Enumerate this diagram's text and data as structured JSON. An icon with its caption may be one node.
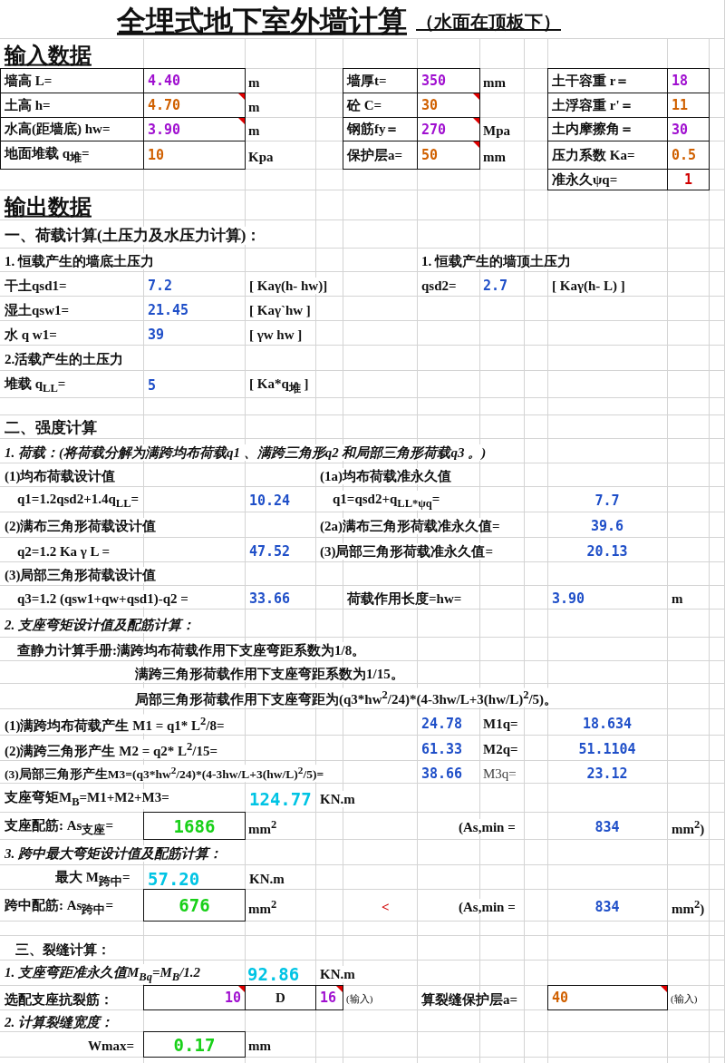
{
  "diagram": {
    "title": "全埋式地下室外墙计算",
    "nodes": [
      {
        "text": [
          "墙高 L="
        ]
      },
      {
        "text": [
          "4.40"
        ],
        "beside": [
          "m"
        ]
      },
      {
        "text": [
          "墙厚t="
        ]
      },
      {
        "text": [
          "350"
        ],
        "beside": [
          "mm"
        ]
      },
      {
        "text": [
          "土干容重 r＝"
        ]
      },
      {
        "text": [
          "18"
        ]
      },
      {
        "text": [
          "土高 h="
        ]
      },
      {
        "text": [
          "4.70"
        ],
        "beside": [
          "m"
        ]
      },
      {
        "text": [
          "砼 C="
        ]
      },
      {
        "text": [
          "30"
        ]
      },
      {
        "text": [
          "土浮容重 r'＝"
        ]
      },
      {
        "text": [
          "11"
        ]
      },
      {
        "text": [
          "水高(距墙底) hw="
        ]
      },
      {
        "text": [
          "3.90"
        ],
        "beside": [
          "m"
        ]
      },
      {
        "text": [
          "钢筋fy＝"
        ]
      },
      {
        "text": [
          "270"
        ],
        "beside": [
          "Mpa"
        ]
      },
      {
        "text": [
          "土内摩擦角＝"
        ]
      },
      {
        "text": [
          "30"
        ]
      },
      {
        "text": [
          "地面堆载 q$_{堆}$="
        ]
      },
      {
        "text": [
          "10"
        ],
        "beside": [
          "Kpa"
        ]
      },
      {
        "text": [
          "保护层a="
        ]
      },
      {
        "text": [
          "50"
        ],
        "beside": [
          "mm"
        ]
      },
      {
        "text": [
          "压力系数 Ka="
        ]
      },
      {
        "text": [
          "0.5"
        ]
      },
      {
        "text": [
          "准永久ψq="
        ]
      },
      {
        "text": [
          "1"
        ]
      },
      {
        "text": [
          "1686"
        ],
        "beside": [
          "mm$^{2}$"
        ]
      },
      {
        "text": [
          "676"
        ],
        "beside": [
          "mm$^{2}$"
        ]
      },
      {
        "text": [
          "10"
        ]
      },
      {
        "text": [
          "D"
        ]
      },
      {
        "text": [
          "16"
        ],
        "beside": [
          "(输入)"
        ]
      },
      {
        "text": [
          "40"
        ],
        "beside": [
          "(输入)"
        ]
      },
      {
        "text": [
          "0.17"
        ],
        "beside": [
          "mm"
        ]
      }
    ],
    "labels": [
      "（水面在顶板下）",
      "输入数据",
      "输出数据",
      "一、荷载计算(土压力及水压力计算)：",
      "1. 恒载产生的墙底土压力",
      "1. 恒载产生的墙顶土压力",
      "干土qsd1=",
      "7.2",
      "[ Kaγ(h- hw)]",
      "qsd2=",
      "2.7",
      "[ Kaγ(h- L) ]",
      "湿土qsw1=",
      "21.45",
      "[ Kaγ`hw ]",
      "水 q w1=",
      "39",
      "[ γw hw ]",
      "2.活载产生的土压力",
      "堆载 q$_{LL}$=",
      "5",
      "[ Ka*q$_{堆}$ ]",
      "二、强度计算",
      "1. 荷载：(将荷载分解为满跨均布荷载q1 、满跨三角形q2 和局部三角形荷载q3 。)",
      "(1)均布荷载设计值",
      "(1a)均布荷载准永久值",
      "q1=1.2qsd2+1.4q$_{LL}$=",
      "10.24",
      "q1=qsd2+q$_{LL*ψq}$=",
      "7.7",
      "(2)满布三角形荷载设计值",
      "(2a)满布三角形荷载准永久值=",
      "39.6",
      "q2=1.2 Ka γ L =",
      "47.52",
      "(3)局部三角形荷载准永久值=",
      "20.13",
      "(3)局部三角形荷载设计值",
      "q3=1.2 (qsw1+qw+qsd1)-q2 =",
      "33.66",
      "荷载作用长度=hw=",
      "3.90",
      "m",
      "2. 支座弯矩设计值及配筋计算：",
      "查静力计算手册:满跨均布荷载作用下支座弯距系数为1/8。",
      "满跨三角形荷载作用下支座弯距系数为1/15。",
      "局部三角形荷载作用下支座弯距为(q3*hw$^{2}$/24)*(4-3hw/L+3(hw/L)$^{2}$/5)。",
      "(1)满跨均布荷载产生 M1 = q1* L$^{2}$/8=",
      "24.78",
      "M1q=",
      "18.634",
      "(2)满跨三角形产生 M2 = q2* L$^{2}$/15=",
      "61.33",
      "M2q=",
      "51.1104",
      "(3)局部三角形产生M3=(q3*hw$^{2}$/24)*(4-3hw/L+3(hw/L)$^{2}$/5)=",
      "38.66",
      "M3q=",
      "23.12",
      "支座弯矩M$_{B}$=M1+M2+M3=",
      "124.77",
      "KN.m",
      "支座配筋: As$_{支座}$=",
      "(As,min =",
      "834",
      "mm$^{2}$)",
      "3. 跨中最大弯矩设计值及配筋计算：",
      "最大 M$_{跨中}$=",
      "57.20",
      "KN.m",
      "跨中配筋: As$_{跨中}$=",
      "<",
      "(As,min =",
      "834",
      "mm$^{2}$)",
      "三、裂缝计算：",
      "1. 支座弯距准永久值M$_{Bq}$=M$_{B}$/1.2",
      "92.86",
      "KN.m",
      "选配支座抗裂筋：",
      "算裂缝保护层a=",
      "2. 计算裂缝宽度：",
      "Wmax="
    ]
  }
}
